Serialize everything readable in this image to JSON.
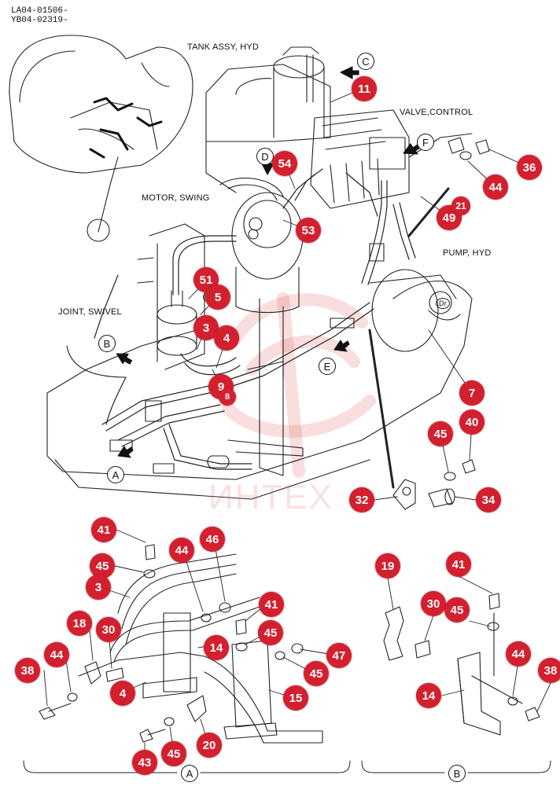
{
  "header": {
    "line1": "LA04-01506-",
    "line2": "YB04-02319-"
  },
  "labels": {
    "tank": "TANK ASSY, HYD",
    "valve": "VALVE,CONTROL",
    "motor": "MOTOR, SWING",
    "pump": "PUMP, HYD",
    "joint": "JOINT, SWIVEL",
    "dr": "Dr",
    "f_small": "F"
  },
  "watermark": "ИНТЕХ",
  "callout_color": "#d3202f",
  "callouts": [
    "11",
    "54",
    "49",
    "21",
    "53",
    "36",
    "44",
    "51",
    "5",
    "3",
    "4",
    "9",
    "8",
    "7",
    "45",
    "40",
    "32",
    "34",
    "41",
    "45",
    "3",
    "44",
    "46",
    "18",
    "30",
    "38",
    "44",
    "4",
    "41",
    "45",
    "14",
    "47",
    "45",
    "15",
    "43",
    "45",
    "20",
    "19",
    "41",
    "30",
    "45",
    "44",
    "14",
    "38"
  ],
  "view_letters": [
    "C",
    "F",
    "D",
    "E",
    "B",
    "A"
  ],
  "section_labels": {
    "a": "A",
    "b": "B"
  }
}
